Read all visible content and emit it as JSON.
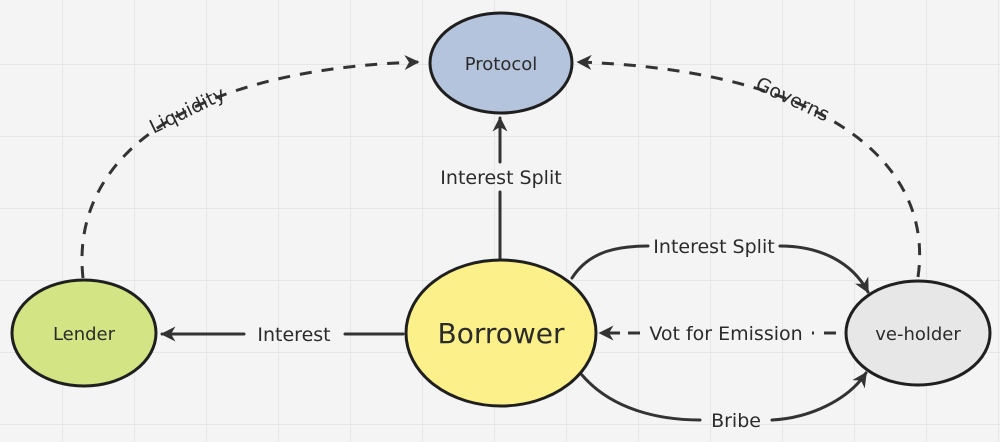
{
  "nodes": {
    "protocol": {
      "label": "Protocol",
      "fill": "#b5c4dd"
    },
    "lender": {
      "label": "Lender",
      "fill": "#d2e484"
    },
    "borrower": {
      "label": "Borrower",
      "fill": "#fbf089"
    },
    "veholder": {
      "label": "ve-holder",
      "fill": "#e7e7e7"
    }
  },
  "edges": {
    "liquidity": {
      "label": "Liquidity",
      "from": "Lender",
      "to": "Protocol",
      "style": "dashed"
    },
    "governs": {
      "label": "Governs",
      "from": "ve-holder",
      "to": "Protocol",
      "style": "dashed"
    },
    "interest_split_protocol": {
      "label": "Interest Split",
      "from": "Borrower",
      "to": "Protocol",
      "style": "solid"
    },
    "interest_split_veholder": {
      "label": "Interest Split",
      "from": "Borrower",
      "to": "ve-holder",
      "style": "solid"
    },
    "interest": {
      "label": "Interest",
      "from": "Borrower",
      "to": "Lender",
      "style": "solid"
    },
    "vote_for_emission": {
      "label": "Vot for Emission",
      "from": "ve-holder",
      "to": "Borrower",
      "style": "dashed"
    },
    "bribe": {
      "label": "Bribe",
      "from": "Borrower",
      "to": "ve-holder",
      "style": "solid"
    }
  },
  "colors": {
    "stroke": "#1f1f1f",
    "edge": "#333333",
    "background": "#f4f4f4",
    "grid": "#e6e6e6"
  }
}
